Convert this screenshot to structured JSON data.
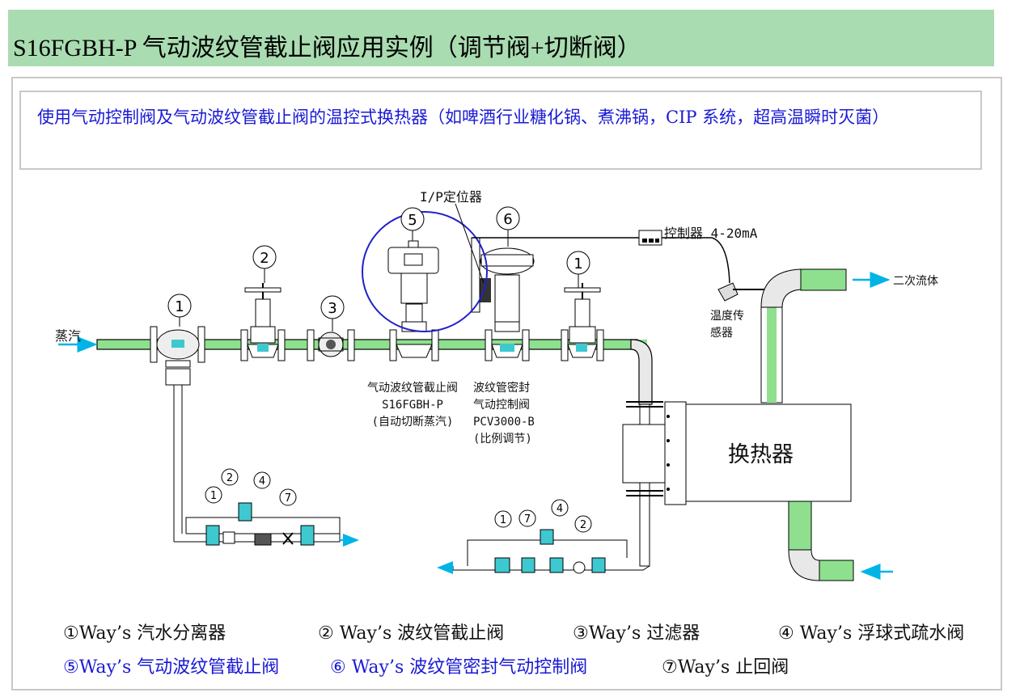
{
  "title": "S16FGBH-P 气动波纹管截止阀应用实例（调节阀+切断阀）",
  "description": "使用气动控制阀及气动波纹管截止阀的温控式换热器（如啤酒行业糖化锅、煮沸锅，CIP 系统，超高温瞬时灭菌）",
  "labels": {
    "ip_positioner": "I/P定位器",
    "controller": "控制器 4-20mA",
    "secondary_fluid": "二次流体",
    "steam": "蒸汽",
    "temp_sensor": "温度传\n感器",
    "heat_exchanger": "换热器",
    "valve5_caption": "气动波纹管截止阀\nS16FGBH-P\n(自动切断蒸汽)",
    "valve6_caption": "波纹管密封\n气动控制阀\nPCV3000-B\n(比例调节)"
  },
  "markers": {
    "m1": "1",
    "m2": "2",
    "m3": "3",
    "m4": "4",
    "m5": "5",
    "m6": "6",
    "m7": "7"
  },
  "legend": [
    {
      "text": "①Way’s 汽水分离器",
      "color": "black"
    },
    {
      "text": "② Way’s 波纹管截止阀",
      "color": "black"
    },
    {
      "text": "③Way’s 过滤器",
      "color": "black"
    },
    {
      "text": "④ Way’s 浮球式疏水阀",
      "color": "black"
    },
    {
      "text": "⑤Way’s 气动波纹管截止阀",
      "color": "blue"
    },
    {
      "text": "⑥ Way’s 波纹管密封气动控制阀",
      "color": "blue"
    },
    {
      "text": "⑦Way’s 止回阀",
      "color": "black"
    }
  ],
  "colors": {
    "title_bg": "#a9dcb0",
    "pipe_green": "#8ee08e",
    "accent_blue": "#1a1ad6",
    "arrow_cyan": "#00b4e6"
  }
}
